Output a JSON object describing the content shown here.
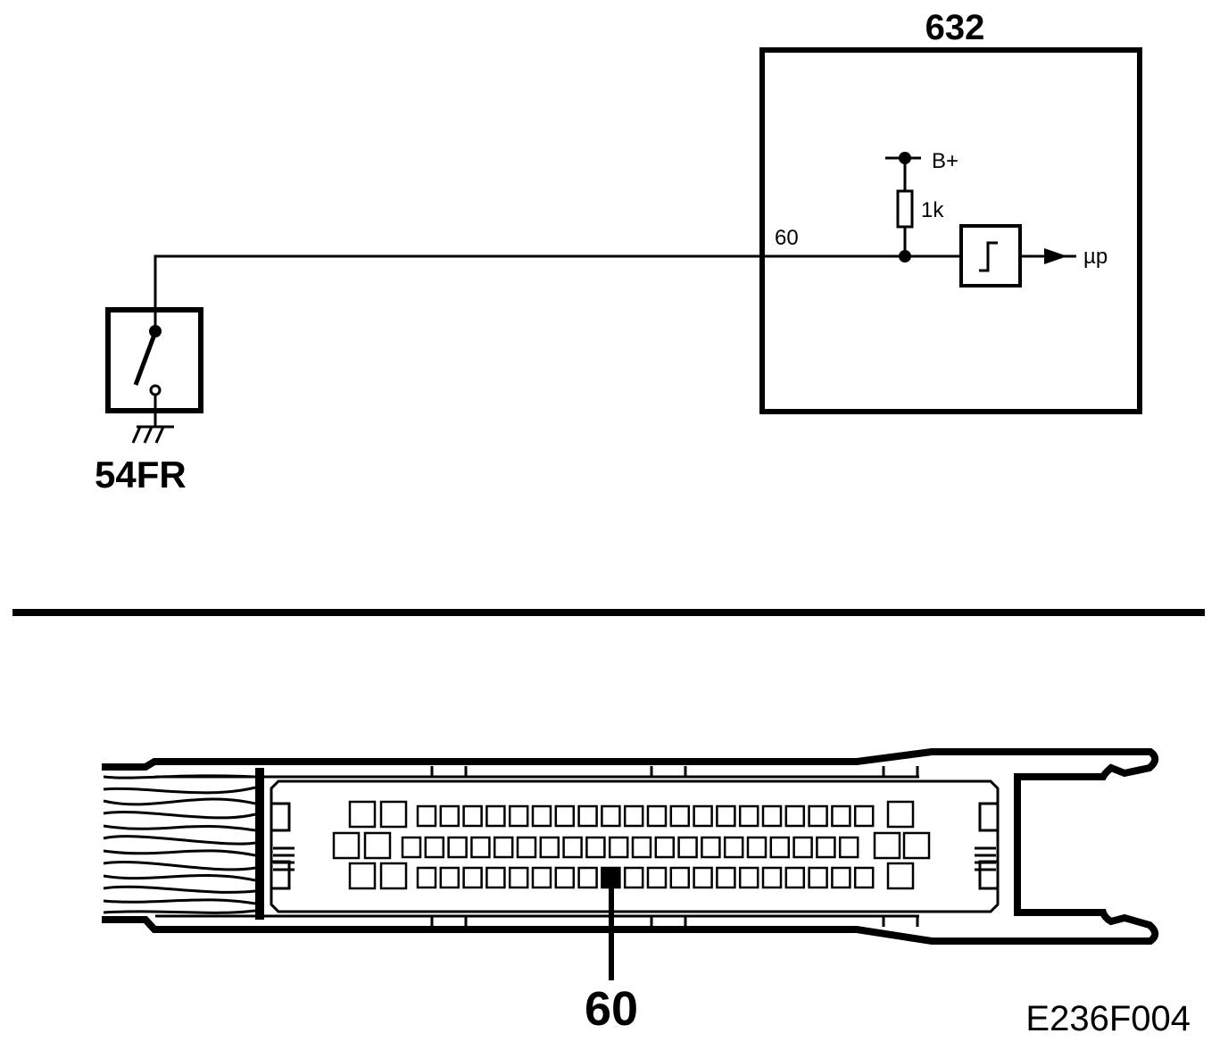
{
  "ecu": {
    "label": "632",
    "pin_label": "60",
    "resistor_label": "1k",
    "supply_label": "B+",
    "output_label": "µp"
  },
  "switch": {
    "label": "54FR"
  },
  "connector": {
    "callout_label": "60",
    "highlighted_row": 3,
    "highlighted_pin": 9
  },
  "figure_code": "E236F004"
}
